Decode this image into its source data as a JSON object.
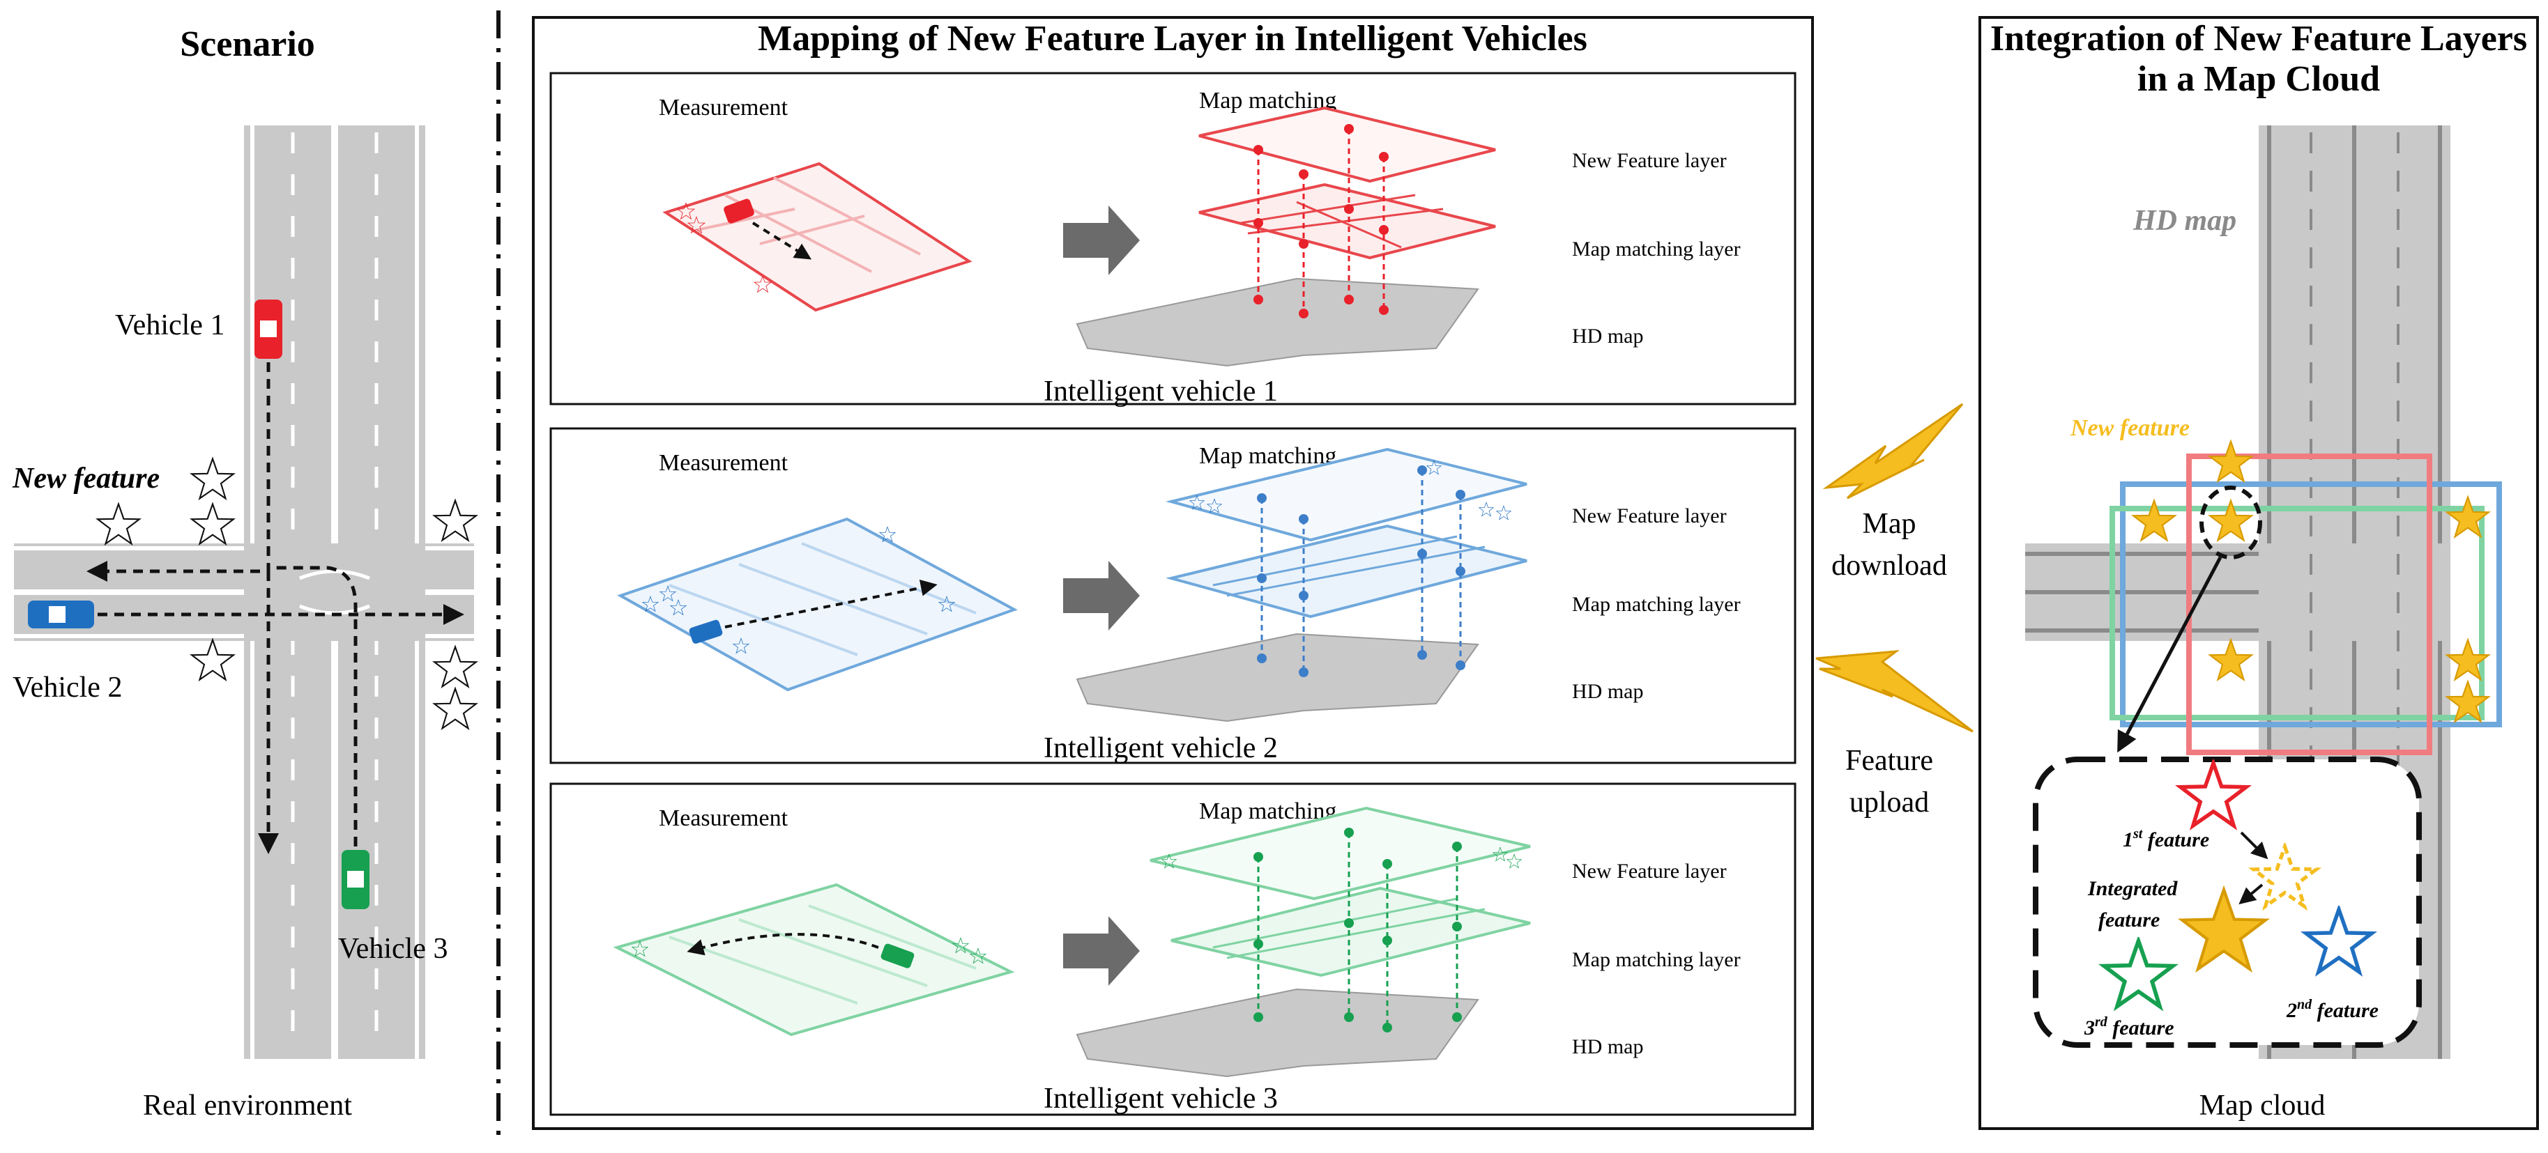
{
  "scenario": {
    "title": "Scenario",
    "vehicle1": "Vehicle 1",
    "vehicle2": "Vehicle 2",
    "vehicle3": "Vehicle 3",
    "new_feature": "New feature",
    "caption": "Real environment"
  },
  "mapping": {
    "title": "Mapping of New Feature Layer in Intelligent Vehicles",
    "measurement": "Measurement",
    "map_matching": "Map matching",
    "layer_new": "New Feature layer",
    "layer_matching": "Map matching layer",
    "layer_hd": "HD map",
    "panels": [
      {
        "caption": "Intelligent vehicle 1",
        "color": "#e8474c"
      },
      {
        "caption": "Intelligent vehicle 2",
        "color": "#3d7ec9"
      },
      {
        "caption": "Intelligent vehicle 3",
        "color": "#1ea85a"
      }
    ]
  },
  "link": {
    "download_1": "Map",
    "download_2": "download",
    "upload_1": "Feature",
    "upload_2": "upload"
  },
  "cloud": {
    "title_1": "Integration of New Feature Layers",
    "title_2": "in a Map Cloud",
    "hd_map": "HD map",
    "new_feature": "New feature",
    "feature1": "1",
    "feature1_sup": "st",
    "feature2": "2",
    "feature2_sup": "nd",
    "feature3": "3",
    "feature3_sup": "rd",
    "feature_word": " feature",
    "integrated_1": "Integrated",
    "integrated_2": "feature",
    "caption": "Map cloud"
  },
  "colors": {
    "red": "#e8212a",
    "blue": "#1f6fc1",
    "green": "#16a050",
    "gold": "#f5bd1f",
    "road": "#c9c9c9"
  }
}
